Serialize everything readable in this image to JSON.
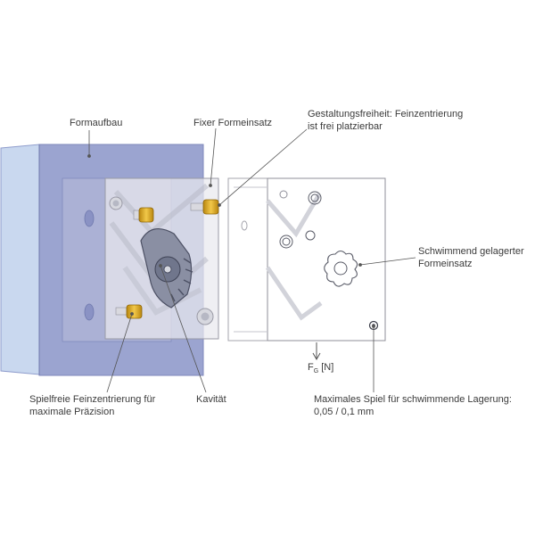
{
  "labels": {
    "formaufbau": "Formaufbau",
    "fixer": "Fixer Formeinsatz",
    "gestaltung_line1": "Gestaltungsfreiheit: Feinzentrierung",
    "gestaltung_line2": "ist frei platzierbar",
    "schwimmend_line1": "Schwimmend gelagerter",
    "schwimmend_line2": "Formeinsatz",
    "spielfrei_line1": "Spielfreie Feinzentrierung für",
    "spielfrei_line2": "maximale Präzision",
    "kavitaet": "Kavität",
    "fg_main": "F",
    "fg_sub": "G",
    "fg_unit": " [N]",
    "spiel_line1": "Maximales Spiel für schwimmende Lagerung:",
    "spiel_line2": "0,05 / 0,1 mm"
  },
  "colors": {
    "mold_frame": "#9aa3cf",
    "mold_side": "#c6d3ea",
    "insert_fixed": "#e6e6ea",
    "insert_floating": "#ffffff",
    "pin_gold": "#e2ad2a",
    "leader_line": "#555555"
  },
  "icons": [
    "centering-pin-icon",
    "cavity-part-icon",
    "floating-insert-icon"
  ]
}
